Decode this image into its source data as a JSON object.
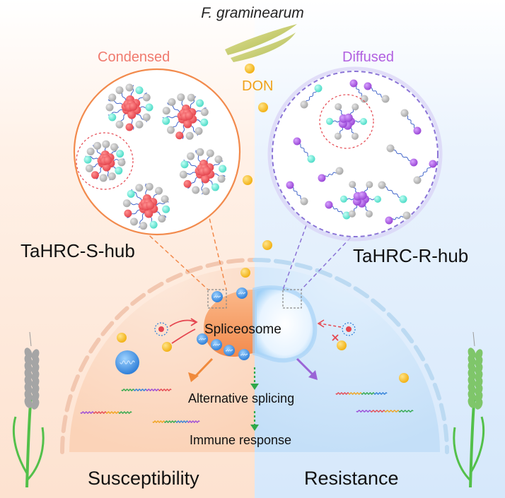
{
  "pathogen": "F. graminearum",
  "toxin": "DON",
  "condensed_label": "Condensed",
  "diffused_label": "Diffused",
  "s_hub_label": "TaHRC-S-hub",
  "r_hub_label": "TaHRC-R-hub",
  "spliceosome_label": "Spliceosome",
  "alt_splicing_label": "Alternative splicing",
  "immune_label": "Immune response",
  "left_outcome": "Susceptibility",
  "right_outcome": "Resistance",
  "colors": {
    "condensed": "#f07a6e",
    "diffused": "#b15fe0",
    "don": "#f0a21a",
    "protein_red": "#e8545a",
    "protein_purple": "#a052d8",
    "protein_grey": "#bfbfbf",
    "protein_cyan": "#6ee9d8",
    "spliceosome_orange": "#f6a26c",
    "spliceosome_blue": "#9fd0f7"
  }
}
